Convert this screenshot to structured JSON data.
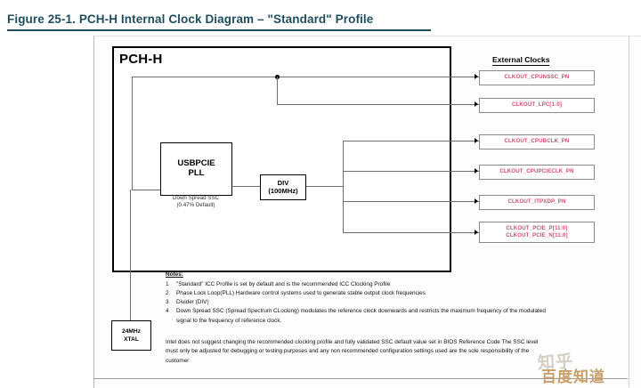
{
  "figure": {
    "title": "Figure 25-1. PCH-H Internal Clock Diagram – \"Standard\" Profile"
  },
  "diagram": {
    "chip_label": "PCH-H",
    "blocks": {
      "pll": {
        "line1": "USBPCIE",
        "line2": "PLL"
      },
      "pll_ssc": {
        "line1": "Down Spread SSC",
        "line2": "(0.47% Default)"
      },
      "divider": {
        "line1": "DIV",
        "line2": "(100MHz)"
      },
      "xtal": {
        "line1": "24MHz",
        "line2": "XTAL"
      }
    },
    "external_clocks_header": "External Clocks",
    "external_clocks": [
      {
        "id": "cpunssc",
        "lines": [
          "CLKOUT_CPUNSSC_PN"
        ]
      },
      {
        "id": "lpc",
        "lines": [
          "CLKOUT_LPC[1:0]"
        ]
      },
      {
        "id": "cpubclk",
        "lines": [
          "CLKOUT_CPUBCLK_PN"
        ]
      },
      {
        "id": "cpupcieclk",
        "lines": [
          "CLKOUT_CPUPCIECLK_PN"
        ]
      },
      {
        "id": "itpxdp",
        "lines": [
          "CLKOUT_ITPXDP_PN"
        ]
      },
      {
        "id": "pcie",
        "lines": [
          "CLKOUT_PCIE_P[11:0]",
          "CLKOUT_PCIE_N[11:0]"
        ]
      }
    ]
  },
  "notes": {
    "heading": "Notes:",
    "items": [
      {
        "num": "1",
        "text": "\"Standard\" ICC Profile is set by default and is the recommended ICC Clocking Profile"
      },
      {
        "num": "2",
        "text": "Phase Lock Loop(PLL)  Hardware control systems used to generate stable output clock frequencies"
      },
      {
        "num": "3",
        "text": "Divider (DIV)"
      },
      {
        "num": "4",
        "text": "Down Spread SSC (Spread Spectrum CLocking) modulates the reference clock downwards and restricts the maximum frequency of the modulated signal to the frequency of reference clock."
      }
    ],
    "paragraph": "Intel does not suggest changing the recommended clocking profile and fully validated SSC default value set in BIOS Reference Code  The SSC level must only be adjusted for debugging or testing purposes and any non recommended configuration settings used are the sole responsibility of the customer"
  },
  "watermark": {
    "back": "知乎",
    "front": "百度知道"
  },
  "colors": {
    "title": "#1f4e5f",
    "clock_label": "#d64b6e",
    "wire": "#6e6e6e",
    "watermark": "#c8a06a"
  }
}
